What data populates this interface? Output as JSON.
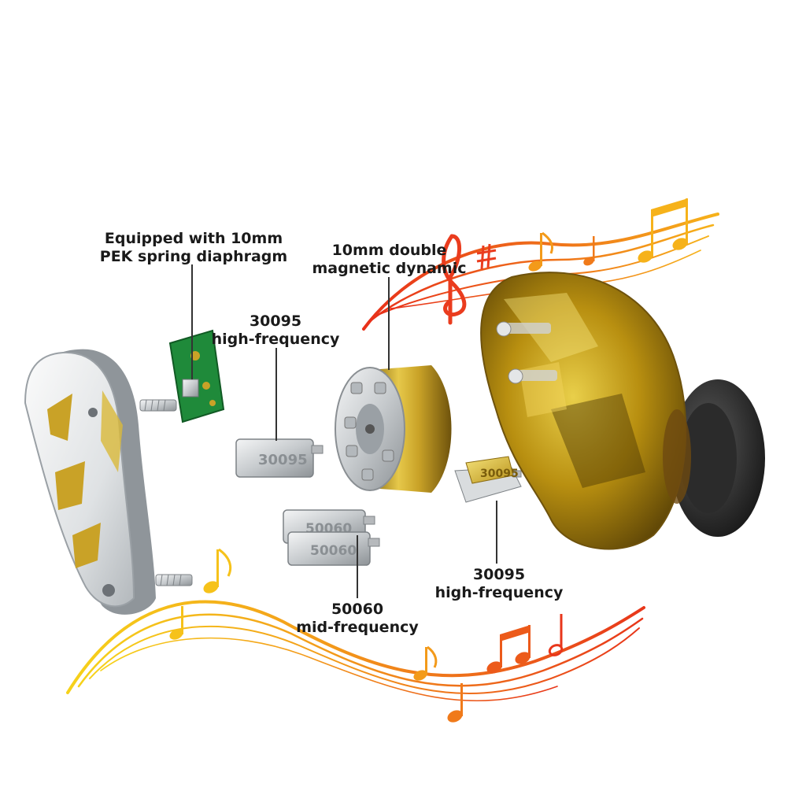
{
  "callouts": {
    "pek": {
      "line1": "Equipped with 10mm",
      "line2": "PEK spring diaphragm"
    },
    "dynamic": {
      "line1": "10mm double",
      "line2": "magnetic dynamic"
    },
    "hf_left": {
      "line1": "30095",
      "line2": "high-frequency"
    },
    "hf_right": {
      "line1": "30095",
      "line2": "high-frequency"
    },
    "mid": {
      "line1": "50060",
      "line2": "mid-frequency"
    }
  },
  "part_markings": {
    "hf_left_driver": "30095",
    "hf_right_driver": "30095",
    "mid_driver_top": "50060",
    "mid_driver_bottom": "50060"
  },
  "colors": {
    "gold": "#c9a227",
    "shell_amber": "#b88f10",
    "metal": "#c8ccd0",
    "pcb_green": "#1f8a3a",
    "music_orange": "#f07a1a",
    "music_red": "#e8361a",
    "music_yellow": "#f6c21a"
  }
}
